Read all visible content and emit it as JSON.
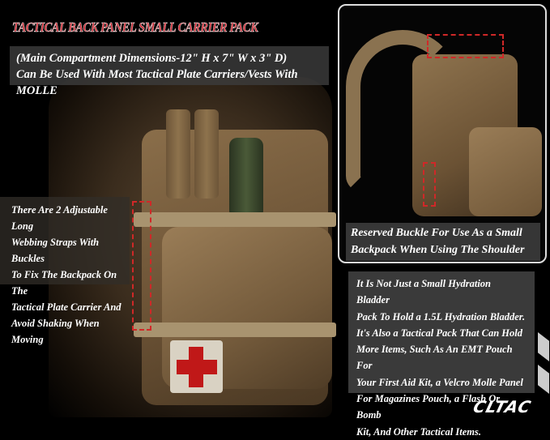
{
  "title": "TACTICAL BACK PANEL SMALL CARRIER PACK",
  "dimensions": {
    "line1": "(Main Compartment Dimensions-12\" H x 7\" W x 3\" D)",
    "line2": "Can Be Used With Most Tactical Plate Carriers/Vests With MOLLE"
  },
  "left_note": [
    "There Are 2 Adjustable Long",
    "Webbing Straps With Buckles",
    "To Fix The Backpack On The",
    "Tactical Plate Carrier And",
    "Avoid Shaking When Moving"
  ],
  "inset_caption": [
    "Reserved Buckle For Use As a Small",
    "Backpack When Using The Shoulder Strap"
  ],
  "right_note": [
    "It Is Not Just a Small Hydration Bladder",
    "Pack To Hold a 1.5L Hydration Bladder.",
    "It's Also a Tactical Pack That Can Hold",
    "More Items, Such As An EMT Pouch For",
    "Your First Aid Kit, a Velcro Molle Panel",
    "For Magazines Pouch, a Flash Or Bomb",
    "Kit, And Other Tactical Items."
  ],
  "brand": "CLTAC",
  "colors": {
    "title": "#c8202a",
    "highlight_dash": "#d02828",
    "pack": "#8a6e4a",
    "medical_cross": "#c01818"
  }
}
